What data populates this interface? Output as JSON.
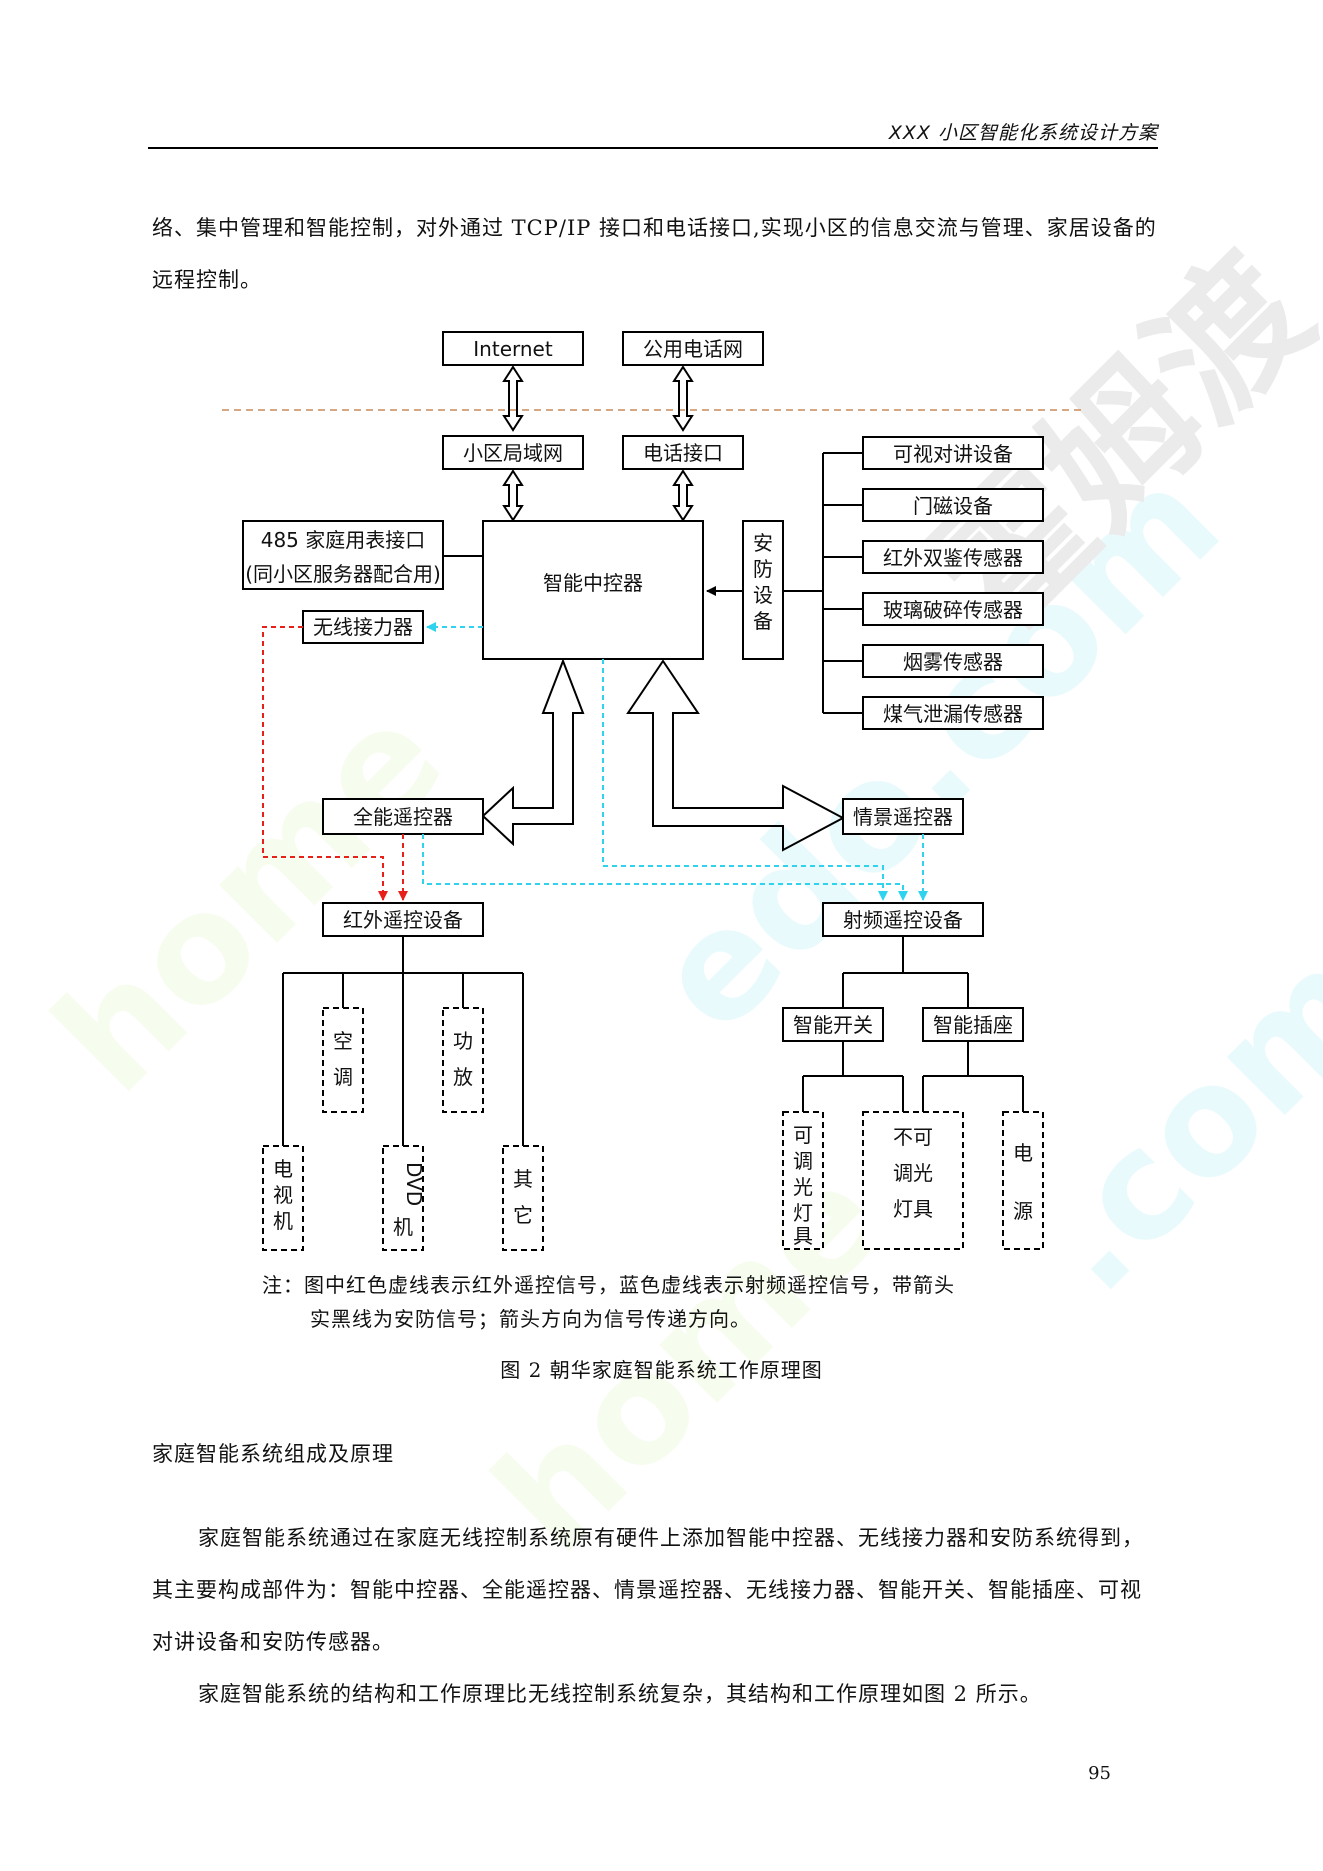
{
  "header": {
    "title": "XXX 小区智能化系统设计方案"
  },
  "body": {
    "intro_paragraph": "络、集中管理和智能控制，对外通过 TCP/IP 接口和电话接口,实现小区的信息交流与管理、家居设备的远程控制。",
    "section_heading": "家庭智能系统组成及原理",
    "paragraph_components": "家庭智能系统通过在家庭无线控制系统原有硬件上添加智能中控器、无线接力器和安防系统得到，其主要构成部件为：智能中控器、全能遥控器、情景遥控器、无线接力器、智能开关、智能插座、可视对讲设备和安防传感器。",
    "paragraph_structure": "家庭智能系统的结构和工作原理比无线控制系统复杂，其结构和工作原理如图  2 所示。"
  },
  "diagram": {
    "internet": "Internet",
    "public_phone_net": "公用电话网",
    "community_lan": "小区局域网",
    "phone_interface": "电话接口",
    "meter_interface_line1": "485 家庭用表接口",
    "meter_interface_line2": "(同小区服务器配合用)",
    "central_controller": "智能中控器",
    "security_device_chars": [
      "安",
      "防",
      "设",
      "备"
    ],
    "wireless_relay": "无线接力器",
    "universal_remote": "全能遥控器",
    "scene_remote": "情景遥控器",
    "ir_remote_devices": "红外遥控设备",
    "rf_remote_devices": "射频遥控设备",
    "security_items": [
      "可视对讲设备",
      "门磁设备",
      "红外双鉴传感器",
      "玻璃破碎传感器",
      "烟雾传感器",
      "煤气泄漏传感器"
    ],
    "ir_items": {
      "tv": [
        "电",
        "视",
        "机"
      ],
      "ac": [
        "空",
        "调"
      ],
      "dvd": [
        "DVD",
        "机"
      ],
      "amp": [
        "功",
        "放"
      ],
      "other": [
        "其",
        "它"
      ]
    },
    "smart_switch": "智能开关",
    "smart_socket": "智能插座",
    "rf_items": {
      "dimmable": [
        "可",
        "调",
        "光",
        "灯",
        "具"
      ],
      "non_dimmable": [
        "不可",
        "调光",
        "灯具"
      ],
      "power": [
        "电",
        "源"
      ]
    },
    "note_line1": "注：图中红色虚线表示红外遥控信号，蓝色虚线表示射频遥控信号，带箭头",
    "note_line2": "实黑线为安防信号；箭头方向为信号传递方向。",
    "caption": "图 2  朝华家庭智能系统工作原理图",
    "colors": {
      "ir_signal": "#e8201a",
      "rf_signal": "#2fd3ee",
      "boundary": "#c98a5a"
    }
  },
  "footer": {
    "page_number": "95"
  }
}
